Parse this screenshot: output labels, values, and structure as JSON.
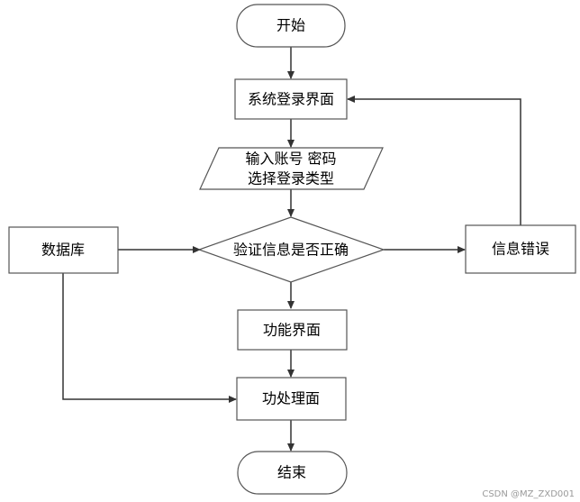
{
  "nodes": {
    "start": "开始",
    "login": "系统登录界面",
    "input_line1": "输入账号 密码",
    "input_line2": "选择登录类型",
    "verify": "验证信息是否正确",
    "database": "数据库",
    "error": "信息错误",
    "function_ui": "功能界面",
    "process": "功处理面",
    "end": "结束"
  },
  "watermark": "CSDN @MZ_ZXD001"
}
